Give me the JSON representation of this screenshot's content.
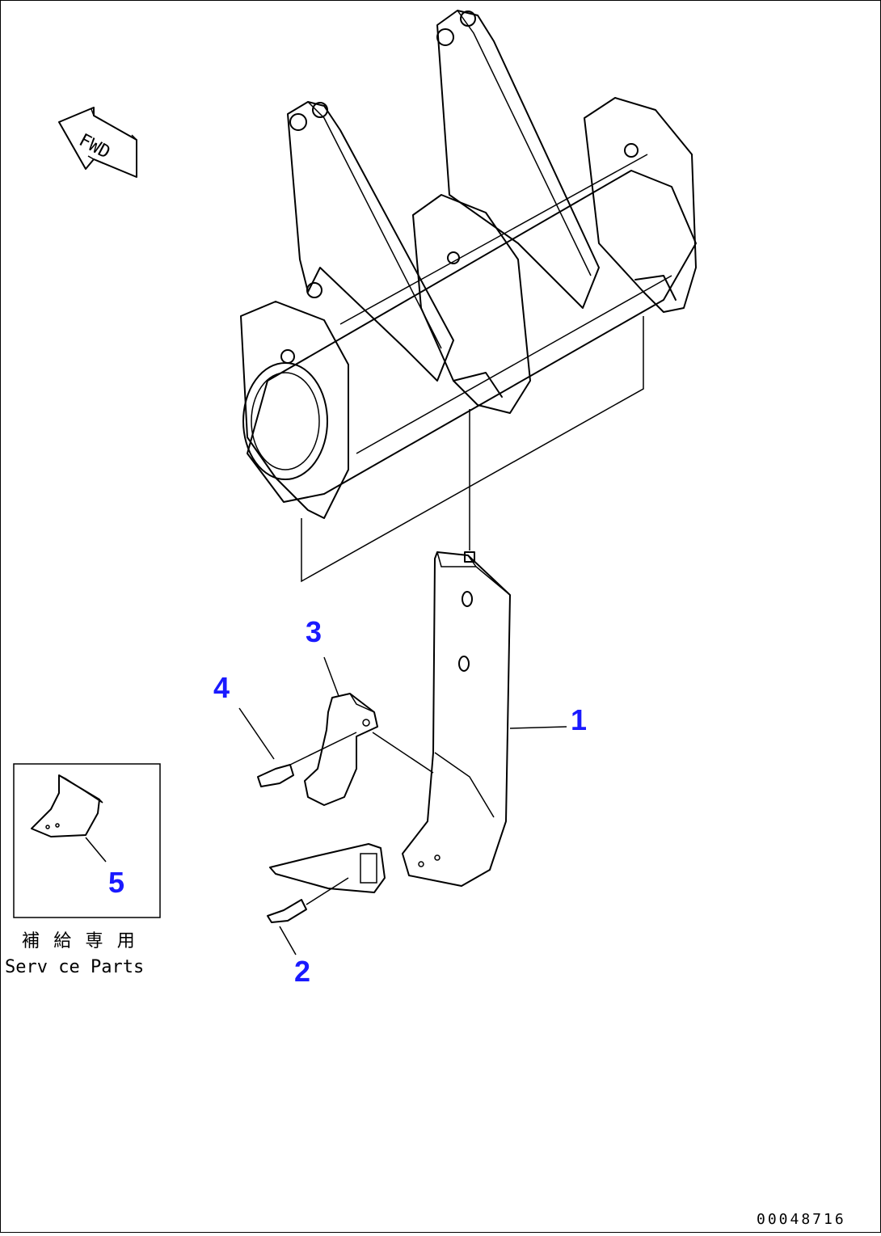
{
  "diagram": {
    "fwd_label": "FWD",
    "callouts": [
      {
        "id": "1",
        "label": "1"
      },
      {
        "id": "2",
        "label": "2"
      },
      {
        "id": "3",
        "label": "3"
      },
      {
        "id": "4",
        "label": "4"
      },
      {
        "id": "5",
        "label": "5"
      }
    ],
    "inset": {
      "caption_jp": "補 給 専 用",
      "caption_en": "Serv ce Parts"
    },
    "drawing_number": "00048716",
    "callout_color": "#1a1aff",
    "line_color": "#000000"
  }
}
